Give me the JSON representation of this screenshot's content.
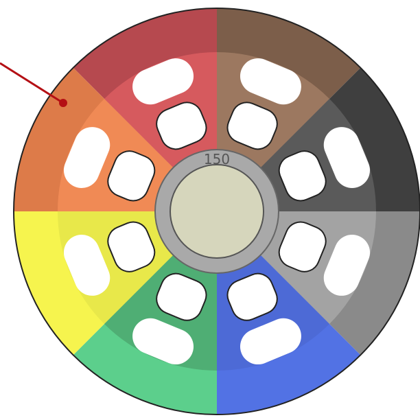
{
  "wheel": {
    "center_label": "150",
    "center_color": "#d6d6bc",
    "hub_ring_color": "#a9a9a9",
    "segments": [
      {
        "name": "red",
        "outer": "#b6494f",
        "inner": "#d65a5e"
      },
      {
        "name": "brown",
        "outer": "#7c5e4a",
        "inner": "#9c7860"
      },
      {
        "name": "dark-gray",
        "outer": "#3f3f3f",
        "inner": "#5a5a5a"
      },
      {
        "name": "gray",
        "outer": "#8a8a8a",
        "inner": "#a3a3a3"
      },
      {
        "name": "blue",
        "outer": "#5272e4",
        "inner": "#4d6ad6"
      },
      {
        "name": "green",
        "outer": "#5ccf8c",
        "inner": "#4fae74"
      },
      {
        "name": "yellow",
        "outer": "#f6f44e",
        "inner": "#e8e84a"
      },
      {
        "name": "orange",
        "outer": "#dd7b49",
        "inner": "#f08a55"
      }
    ],
    "pointer_color": "#b40f14"
  }
}
